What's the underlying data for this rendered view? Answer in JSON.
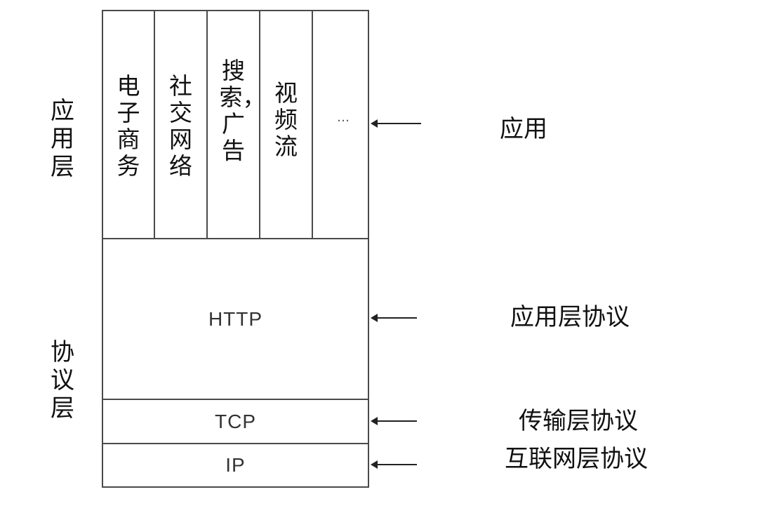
{
  "left_labels": {
    "application_layer": "应用层",
    "protocol_layer": "协议层"
  },
  "applications": [
    {
      "label": "电子商务"
    },
    {
      "label": "社交网络"
    },
    {
      "label": "搜索，广告"
    },
    {
      "label": "视频流"
    },
    {
      "label": "…"
    }
  ],
  "protocols": {
    "http": "HTTP",
    "tcp": "TCP",
    "ip": "IP"
  },
  "right_labels": {
    "application": "应用",
    "application_protocol": "应用层协议",
    "transport_protocol": "传输层协议",
    "internet_protocol": "互联网层协议"
  }
}
